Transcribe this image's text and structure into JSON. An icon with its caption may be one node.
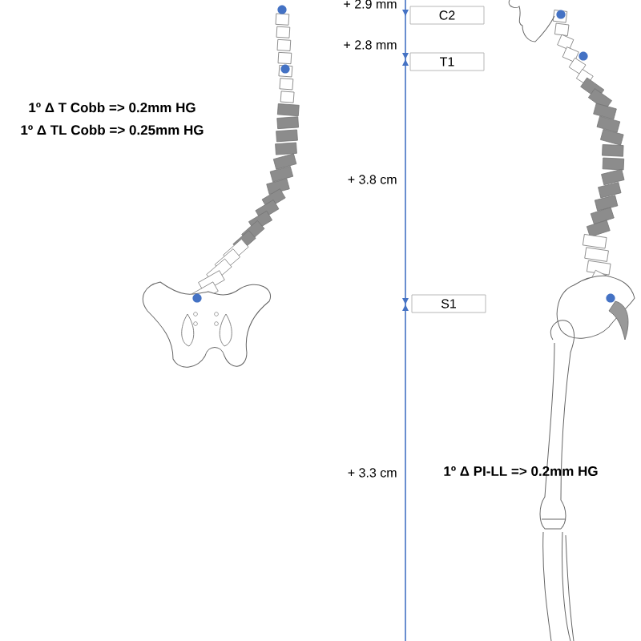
{
  "diagram": {
    "nodes": [
      {
        "text": [
          "C2"
        ]
      },
      {
        "text": [
          "T1"
        ]
      },
      {
        "text": [
          "S1"
        ]
      }
    ],
    "labels": [
      "+ 2.9 mm",
      "+ 2.8 mm",
      "1º Δ T Cobb => 0.2mm HG",
      "1º Δ TL Cobb => 0.25mm HG",
      "+ 3.8 cm",
      "+ 3.3 cm",
      "1º Δ PI-LL => 0.2mm HG"
    ]
  }
}
